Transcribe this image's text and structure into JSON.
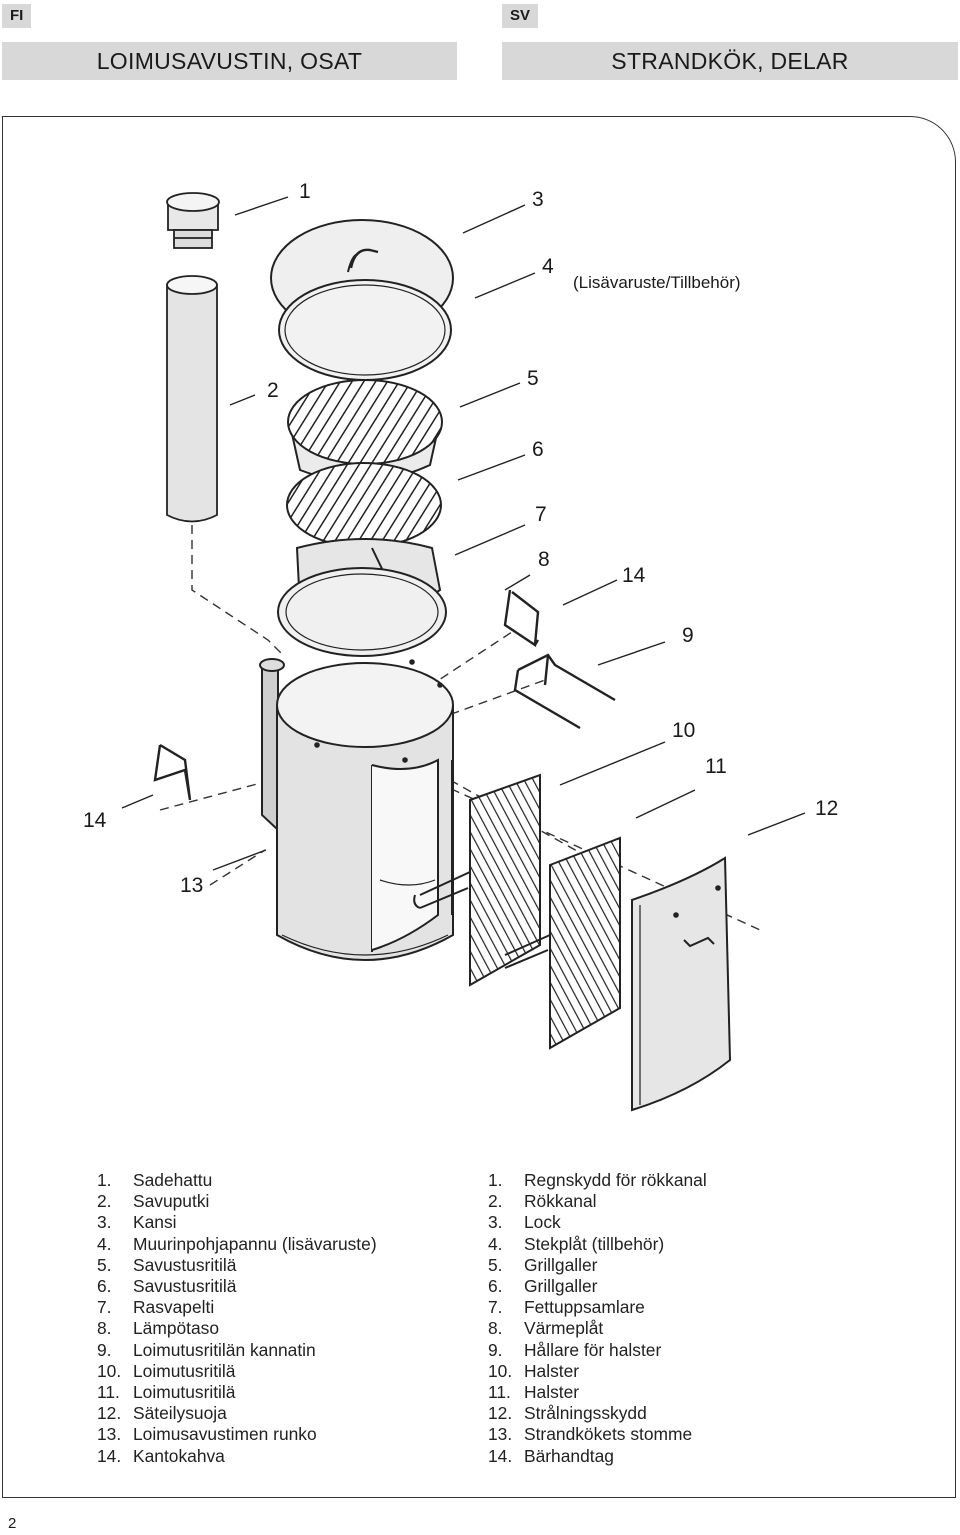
{
  "header": {
    "left_tag": "FI",
    "right_tag": "SV",
    "left_title": "LOIMUSAVUSTIN, OSAT",
    "right_title": "STRANDKÖK, DELAR"
  },
  "diagram": {
    "callouts": {
      "c1": "1",
      "c2": "2",
      "c3": "3",
      "c4": "4",
      "c5": "5",
      "c6": "6",
      "c7": "7",
      "c8": "8",
      "c9": "9",
      "c10": "10",
      "c11": "11",
      "c12": "12",
      "c13": "13",
      "c14_left": "14",
      "c14_right": "14"
    },
    "accessory_note": "(Lisävaruste/Tillbehör)"
  },
  "parts_fi": [
    {
      "num": "1.",
      "name": "Sadehattu"
    },
    {
      "num": "2.",
      "name": "Savuputki"
    },
    {
      "num": "3.",
      "name": "Kansi"
    },
    {
      "num": "4.",
      "name": "Muurinpohjapannu (lisävaruste)"
    },
    {
      "num": "5.",
      "name": "Savustusritilä"
    },
    {
      "num": "6.",
      "name": "Savustusritilä"
    },
    {
      "num": "7.",
      "name": "Rasvapelti"
    },
    {
      "num": "8.",
      "name": "Lämpötaso"
    },
    {
      "num": "9.",
      "name": "Loimutusritilän kannatin"
    },
    {
      "num": "10.",
      "name": "Loimutusritilä"
    },
    {
      "num": "11.",
      "name": "Loimutusritilä"
    },
    {
      "num": "12.",
      "name": "Säteilysuoja"
    },
    {
      "num": "13.",
      "name": "Loimusavustimen runko"
    },
    {
      "num": "14.",
      "name": "Kantokahva"
    }
  ],
  "parts_sv": [
    {
      "num": "1.",
      "name": "Regnskydd för rökkanal"
    },
    {
      "num": "2.",
      "name": "Rökkanal"
    },
    {
      "num": "3.",
      "name": "Lock"
    },
    {
      "num": "4.",
      "name": "Stekplåt (tillbehör)"
    },
    {
      "num": "5.",
      "name": "Grillgaller"
    },
    {
      "num": "6.",
      "name": "Grillgaller"
    },
    {
      "num": "7.",
      "name": "Fettuppsamlare"
    },
    {
      "num": "8.",
      "name": "Värmeplåt"
    },
    {
      "num": "9.",
      "name": "Hållare för halster"
    },
    {
      "num": "10.",
      "name": "Halster"
    },
    {
      "num": "11.",
      "name": "Halster"
    },
    {
      "num": "12.",
      "name": "Strålningsskydd"
    },
    {
      "num": "13.",
      "name": "Strandkökets stomme"
    },
    {
      "num": "14.",
      "name": "Bärhandtag"
    }
  ],
  "footer": {
    "page_number": "2"
  }
}
